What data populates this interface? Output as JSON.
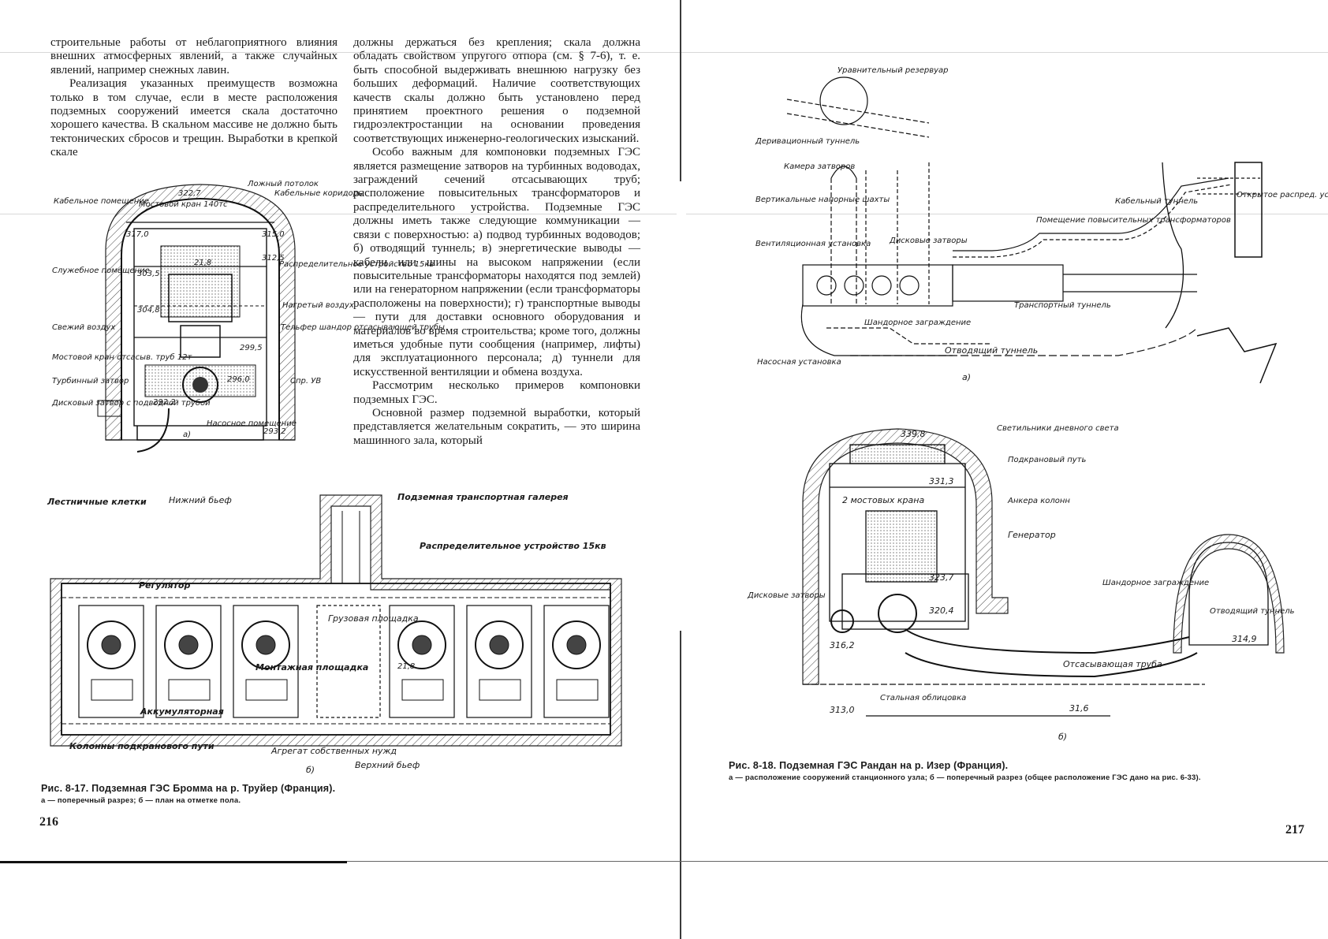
{
  "left_page": {
    "column1": [
      "строительные работы от неблагоприятного влияния внешних атмосферных явлений, а также случайных явлений, например снежных лавин.",
      "Реализация указанных преимуществ возможна только в том случае, если в месте расположения подземных сооружений имеется скала достаточно хорошего качества. В скальном массиве не должно быть тектонических сбросов и трещин. Выработки в крепкой скале"
    ],
    "column2": [
      "должны держаться без крепления; скала должна обладать свойством упругого отпора (см. § 7-6), т. е. быть способной выдерживать внешнюю нагрузку без больших деформаций. Наличие соответствующих качеств скалы должно быть установлено перед принятием проектного решения о подземной гидроэлектростанции на основании проведения соответствующих инженерно-геологических изысканий.",
      "Особо важным для компоновки подземных ГЭС является размещение затворов на турбинных водоводах, заграждений сечений отсасывающих труб; расположение повысительных трансформаторов и распределительного устройства. Подземные ГЭС должны иметь также следующие коммуникации — связи с поверхностью: а) подвод турбинных водоводов; б) отводящий туннель; в) энергетические выводы — кабели или шины на высоком напряжении (если повысительные трансформаторы находятся под землей) или на генераторном напряжении (если трансформаторы расположены на поверхности); г) транспортные выводы — пути для доставки основного оборудования и материалов во время строительства; кроме того, должны иметься удобные пути сообщения (например, лифты) для эксплуатационного персонала; д) туннели для искусственной вентиляции и обмена воздуха.",
      "Рассмотрим несколько примеров компоновки подземных ГЭС.",
      "Основной размер подземной выработки, который представляется желательным сократить, — это ширина машинного зала, который"
    ],
    "fig_a_labels": {
      "false_ceiling": "Ложный потолок",
      "cable_rooms": "Кабельное помещение",
      "cable_corridors": "Кабельные коридоры",
      "bridge_crane": "Мостовой кран 140тс",
      "service_rooms": "Служебное помещение",
      "switchgear": "Распределительное устройство 15кв",
      "fresh_air": "Свежий воздух",
      "heated_air": "Нагретый воздух",
      "bridge_crane_12t": "Мостовой кран отсасыв. труб 12т",
      "turbine_valves": "Турбинный затвор",
      "hoist_gate": "Тельфер шандор отсасывающей трубы",
      "disk_gate": "Дисковый затвор с подводной трубой",
      "pump_room": "Насосное помещение",
      "tailwater": "Спр. УВ",
      "fig_mark": "а)"
    },
    "fig_a_elevations": [
      "322,7",
      "317,0",
      "315,0",
      "312,5",
      "303,5",
      "304,8",
      "21,8",
      "299,5",
      "296,0",
      "293,2",
      "292,2"
    ],
    "fig_b_labels": {
      "stair_cells": "Лестничные клетки",
      "lower_pool": "Нижний бьеф",
      "transport_gallery": "Подземная транспортная галерея",
      "switchgear": "Распределительное устройство 15кв",
      "regulator": "Регулятор",
      "loading_area": "Грузовая площадка",
      "assembly_area": "Монтажная площадка",
      "battery": "Аккумуляторная",
      "crane_columns": "Колонны подкранового пути",
      "aux_unit": "Агрегат собственных нужд",
      "upper_pool": "Верхний бьеф",
      "dim": "21,8",
      "fig_mark": "б)"
    },
    "caption_title": "Рис. 8-17. Подземная ГЭС Бромма на р. Труйер (Франция).",
    "caption_sub": "а — поперечный разрез; б — план на отметке пола.",
    "page_number": "216"
  },
  "right_page": {
    "fig_a_labels": {
      "surge_tank": "Уравнительный резервуар",
      "diversion_tunnel": "Деривационный туннель",
      "gate_chamber": "Камера затворов",
      "vertical_shafts": "Вертикальные напорные шахты",
      "ventilation": "Вентиляционная установка",
      "disk_gates": "Дисковые затворы",
      "step_up_room": "Помещение повысительных трансформаторов",
      "cable_tunnel": "Кабельный туннель",
      "open_switchgear": "Открытое распред. устройство",
      "transport_tunnel": "Транспортный туннель",
      "stoplog": "Шандорное заграждение",
      "pump_unit": "Насосная установка",
      "tailrace": "Отводящий туннель",
      "fig_mark": "а)"
    },
    "fig_b_labels": {
      "skylight": "Светильники дневного света",
      "crane_track": "Подкрановый путь",
      "two_cranes": "2 мостовых крана",
      "anchor_columns": "Анкера колонн",
      "generator": "Генератор",
      "disk_gates": "Дисковые затворы",
      "stoplog": "Шандорное заграждение",
      "tailrace": "Отводящий туннель",
      "draft_tube": "Отсасывающая труба",
      "steel_lining": "Стальная облицовка",
      "fig_mark": "б)"
    },
    "fig_b_elevations": [
      "339,8",
      "331,3",
      "323,7",
      "320,4",
      "316,2",
      "314,9",
      "313,0",
      "31,6"
    ],
    "caption_title": "Рис. 8-18. Подземная ГЭС Рандан на р. Изер (Франция).",
    "caption_sub": "а — расположение сооружений станционного узла; б — поперечный разрез (общее расположение ГЭС дано на рис. 6-33).",
    "page_number": "217"
  }
}
